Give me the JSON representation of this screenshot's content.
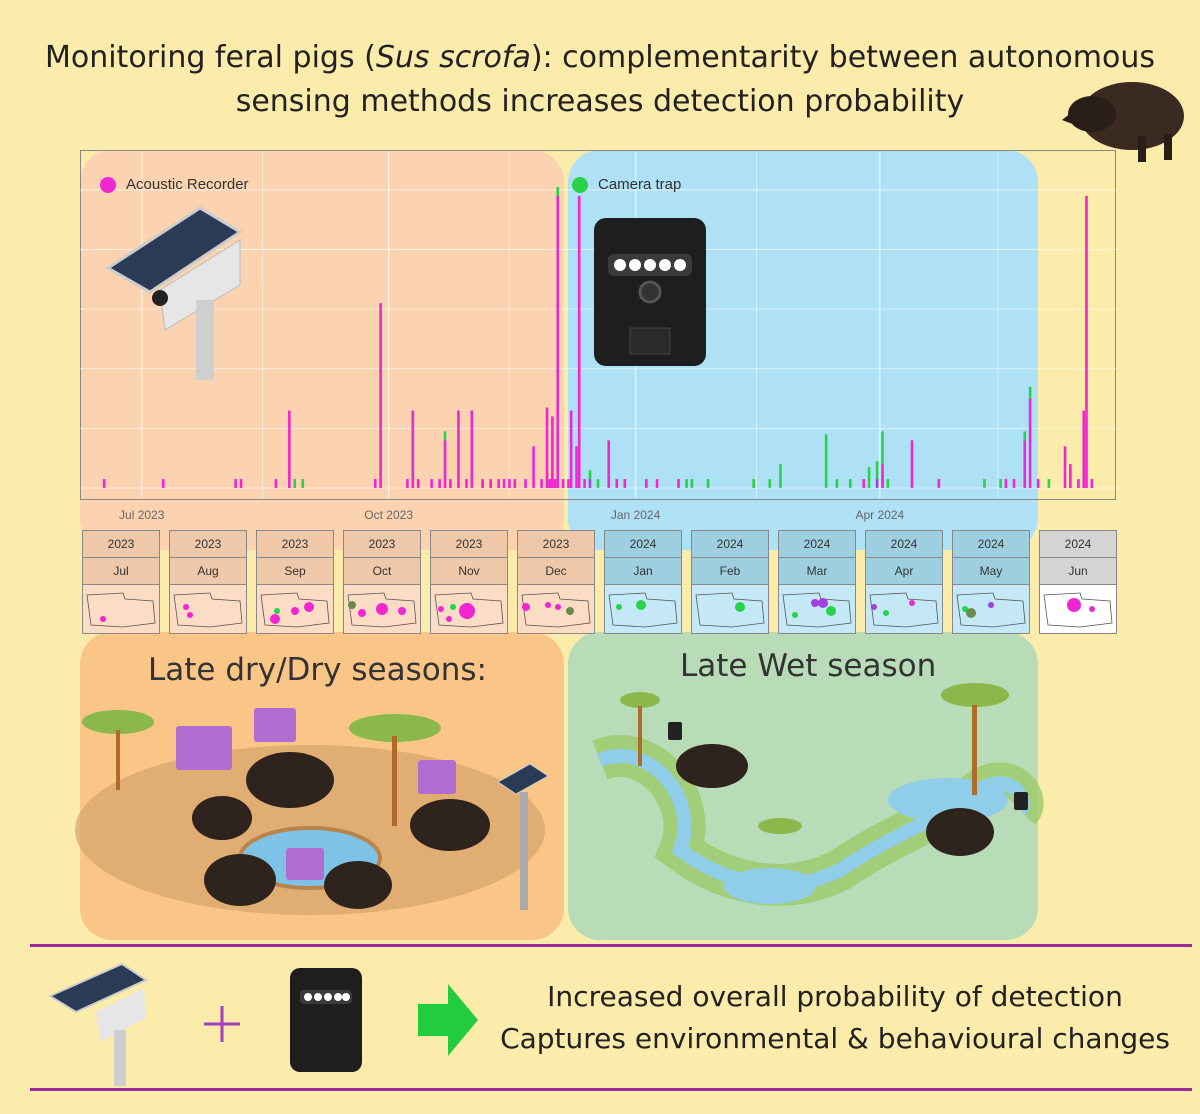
{
  "title_line1_pre": "Monitoring feral pigs (",
  "title_line1_italic": "Sus scrofa",
  "title_line1_post": "): complementarity between autonomous",
  "title_line2": "sensing methods increases detection probability",
  "legend": {
    "acoustic": "Acoustic Recorder",
    "camera": "Camera trap"
  },
  "colors": {
    "acoustic": "#f026d0",
    "camera": "#28d24a",
    "both": "#a040e0",
    "dry": "#fbd3b1",
    "wet": "#aee0f6"
  },
  "chart_data": {
    "type": "bar",
    "x_ticks": [
      "Jul 2023",
      "Oct 2023",
      "Jan 2024",
      "Apr 2024"
    ],
    "x_range": [
      "2023-06-08",
      "2024-06-28"
    ],
    "y_range": [
      0,
      5.2
    ],
    "bars": [
      {
        "date": "2023-06-17",
        "acoustic": 0.15,
        "camera": 0
      },
      {
        "date": "2023-07-09",
        "acoustic": 0.15,
        "camera": 0
      },
      {
        "date": "2023-08-05",
        "acoustic": 0.15,
        "camera": 0
      },
      {
        "date": "2023-08-07",
        "acoustic": 0.15,
        "camera": 0
      },
      {
        "date": "2023-08-20",
        "acoustic": 0.15,
        "camera": 0
      },
      {
        "date": "2023-08-25",
        "acoustic": 1.3,
        "camera": 0
      },
      {
        "date": "2023-08-27",
        "acoustic": 0,
        "camera": 0.15
      },
      {
        "date": "2023-08-30",
        "acoustic": 0,
        "camera": 0.15
      },
      {
        "date": "2023-09-26",
        "acoustic": 0.15,
        "camera": 0
      },
      {
        "date": "2023-09-28",
        "acoustic": 3.1,
        "camera": 0
      },
      {
        "date": "2023-10-08",
        "acoustic": 0.15,
        "camera": 0
      },
      {
        "date": "2023-10-10",
        "acoustic": 1.3,
        "camera": 0
      },
      {
        "date": "2023-10-12",
        "acoustic": 0.15,
        "camera": 0
      },
      {
        "date": "2023-10-17",
        "acoustic": 0.15,
        "camera": 0
      },
      {
        "date": "2023-10-20",
        "acoustic": 0.15,
        "camera": 0
      },
      {
        "date": "2023-10-22",
        "acoustic": 0.8,
        "camera": 0.15
      },
      {
        "date": "2023-10-24",
        "acoustic": 0.15,
        "camera": 0
      },
      {
        "date": "2023-10-27",
        "acoustic": 1.3,
        "camera": 0
      },
      {
        "date": "2023-10-30",
        "acoustic": 0.15,
        "camera": 0
      },
      {
        "date": "2023-11-01",
        "acoustic": 1.3,
        "camera": 0
      },
      {
        "date": "2023-11-05",
        "acoustic": 0.15,
        "camera": 0
      },
      {
        "date": "2023-11-08",
        "acoustic": 0.15,
        "camera": 0
      },
      {
        "date": "2023-11-11",
        "acoustic": 0.15,
        "camera": 0
      },
      {
        "date": "2023-11-13",
        "acoustic": 0.15,
        "camera": 0
      },
      {
        "date": "2023-11-15",
        "acoustic": 0.15,
        "camera": 0
      },
      {
        "date": "2023-11-17",
        "acoustic": 0.15,
        "camera": 0
      },
      {
        "date": "2023-11-21",
        "acoustic": 0.15,
        "camera": 0
      },
      {
        "date": "2023-11-24",
        "acoustic": 0.7,
        "camera": 0
      },
      {
        "date": "2023-11-27",
        "acoustic": 0.15,
        "camera": 0
      },
      {
        "date": "2023-11-29",
        "acoustic": 1.35,
        "camera": 0
      },
      {
        "date": "2023-11-30",
        "acoustic": 0.15,
        "camera": 0
      },
      {
        "date": "2023-12-01",
        "acoustic": 1.2,
        "camera": 0
      },
      {
        "date": "2023-12-02",
        "acoustic": 0.15,
        "camera": 0
      },
      {
        "date": "2023-12-03",
        "acoustic": 4.9,
        "camera": 0.15
      },
      {
        "date": "2023-12-05",
        "acoustic": 0.15,
        "camera": 0
      },
      {
        "date": "2023-12-07",
        "acoustic": 0.15,
        "camera": 0
      },
      {
        "date": "2023-12-08",
        "acoustic": 1.3,
        "camera": 0
      },
      {
        "date": "2023-12-10",
        "acoustic": 0.7,
        "camera": 0
      },
      {
        "date": "2023-12-11",
        "acoustic": 4.9,
        "camera": 0
      },
      {
        "date": "2023-12-13",
        "acoustic": 0.15,
        "camera": 0
      },
      {
        "date": "2023-12-15",
        "acoustic": 0.15,
        "camera": 0.15
      },
      {
        "date": "2023-12-18",
        "acoustic": 0,
        "camera": 0.15
      },
      {
        "date": "2023-12-22",
        "acoustic": 0.8,
        "camera": 0
      },
      {
        "date": "2023-12-25",
        "acoustic": 0.15,
        "camera": 0
      },
      {
        "date": "2023-12-28",
        "acoustic": 0.15,
        "camera": 0
      },
      {
        "date": "2024-01-05",
        "acoustic": 0.15,
        "camera": 0
      },
      {
        "date": "2024-01-09",
        "acoustic": 0.15,
        "camera": 0
      },
      {
        "date": "2024-01-17",
        "acoustic": 0.15,
        "camera": 0
      },
      {
        "date": "2024-01-20",
        "acoustic": 0,
        "camera": 0.15
      },
      {
        "date": "2024-01-22",
        "acoustic": 0,
        "camera": 0.15
      },
      {
        "date": "2024-01-28",
        "acoustic": 0,
        "camera": 0.15
      },
      {
        "date": "2024-02-14",
        "acoustic": 0,
        "camera": 0.15
      },
      {
        "date": "2024-02-20",
        "acoustic": 0,
        "camera": 0.15
      },
      {
        "date": "2024-02-24",
        "acoustic": 0,
        "camera": 0.4
      },
      {
        "date": "2024-03-12",
        "acoustic": 0,
        "camera": 0.9
      },
      {
        "date": "2024-03-16",
        "acoustic": 0,
        "camera": 0.15
      },
      {
        "date": "2024-03-21",
        "acoustic": 0,
        "camera": 0.15
      },
      {
        "date": "2024-03-26",
        "acoustic": 0.15,
        "camera": 0
      },
      {
        "date": "2024-03-28",
        "acoustic": 0,
        "camera": 0.35
      },
      {
        "date": "2024-03-31",
        "acoustic": 0.15,
        "camera": 0.3
      },
      {
        "date": "2024-04-02",
        "acoustic": 0.4,
        "camera": 0.55
      },
      {
        "date": "2024-04-04",
        "acoustic": 0,
        "camera": 0.15
      },
      {
        "date": "2024-04-13",
        "acoustic": 0.8,
        "camera": 0
      },
      {
        "date": "2024-04-23",
        "acoustic": 0.15,
        "camera": 0
      },
      {
        "date": "2024-05-10",
        "acoustic": 0,
        "camera": 0.15
      },
      {
        "date": "2024-05-16",
        "acoustic": 0,
        "camera": 0.15
      },
      {
        "date": "2024-05-18",
        "acoustic": 0.15,
        "camera": 0
      },
      {
        "date": "2024-05-21",
        "acoustic": 0.15,
        "camera": 0
      },
      {
        "date": "2024-05-25",
        "acoustic": 0.8,
        "camera": 0.15
      },
      {
        "date": "2024-05-27",
        "acoustic": 1.5,
        "camera": 0.2
      },
      {
        "date": "2024-05-30",
        "acoustic": 0.15,
        "camera": 0
      },
      {
        "date": "2024-06-03",
        "acoustic": 0,
        "camera": 0.15
      },
      {
        "date": "2024-06-09",
        "acoustic": 0.7,
        "camera": 0
      },
      {
        "date": "2024-06-11",
        "acoustic": 0.4,
        "camera": 0
      },
      {
        "date": "2024-06-14",
        "acoustic": 0.15,
        "camera": 0
      },
      {
        "date": "2024-06-16",
        "acoustic": 1.3,
        "camera": 0
      },
      {
        "date": "2024-06-17",
        "acoustic": 4.9,
        "camera": 0
      },
      {
        "date": "2024-06-19",
        "acoustic": 0.15,
        "camera": 0
      }
    ]
  },
  "month_panels": [
    {
      "year": "2023",
      "month": "Jul"
    },
    {
      "year": "2023",
      "month": "Aug"
    },
    {
      "year": "2023",
      "month": "Sep"
    },
    {
      "year": "2023",
      "month": "Oct"
    },
    {
      "year": "2023",
      "month": "Nov"
    },
    {
      "year": "2023",
      "month": "Dec"
    },
    {
      "year": "2024",
      "month": "Jan"
    },
    {
      "year": "2024",
      "month": "Feb"
    },
    {
      "year": "2024",
      "month": "Mar"
    },
    {
      "year": "2024",
      "month": "Apr"
    },
    {
      "year": "2024",
      "month": "May"
    },
    {
      "year": "2024",
      "month": "Jun"
    }
  ],
  "season_titles": {
    "dry": "Late dry/Dry seasons:",
    "wet": "Late Wet season"
  },
  "footer": {
    "plus": "+",
    "line1": "Increased overall probability of detection",
    "line2": "Captures environmental & behavioural changes"
  }
}
